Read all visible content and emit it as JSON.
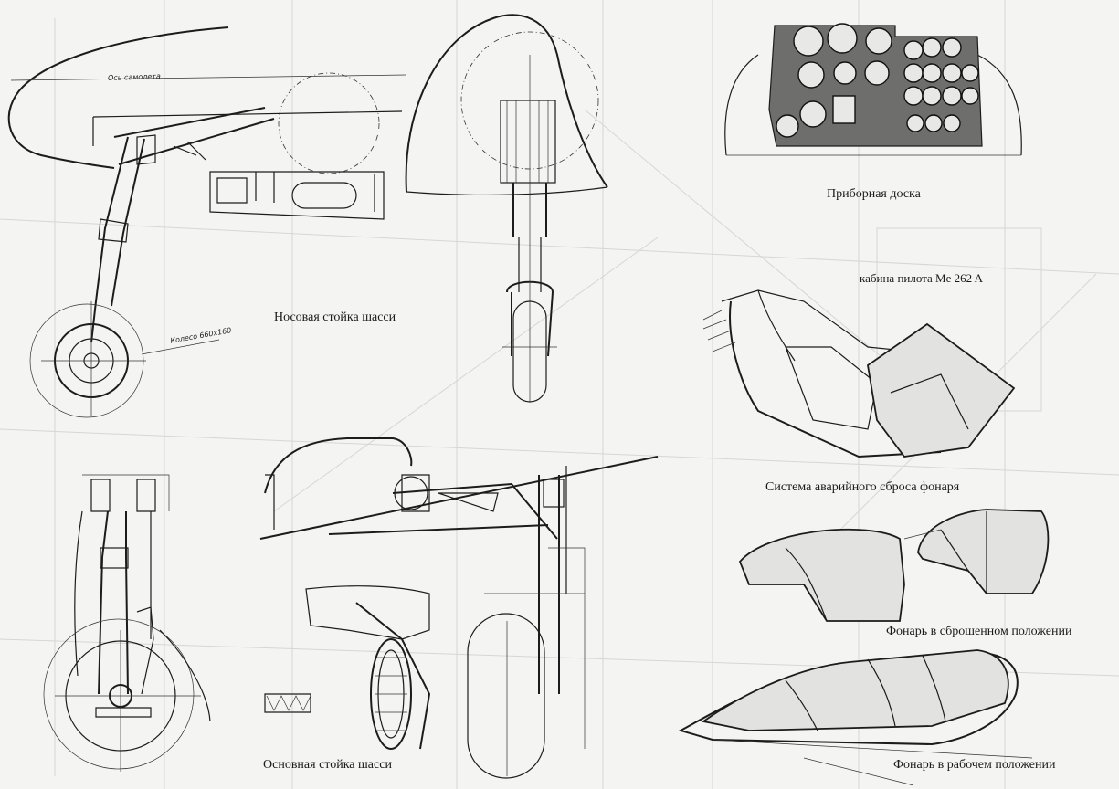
{
  "captions": {
    "nose_gear": "Носовая стойка шасси",
    "main_gear": "Основная стойка шасси",
    "instrument_panel": "Приборная  доска",
    "cockpit": "кабина  пилота Me 262 A",
    "canopy_jettison": "Система аварийного сброса фонаря",
    "canopy_jettisoned": "Фонарь в сброшенном положении",
    "canopy_working": "Фонарь в рабочем положении"
  },
  "annotations": {
    "aircraft_axis": "Ось самолета",
    "wheel_size": "Колесо 660х160"
  }
}
